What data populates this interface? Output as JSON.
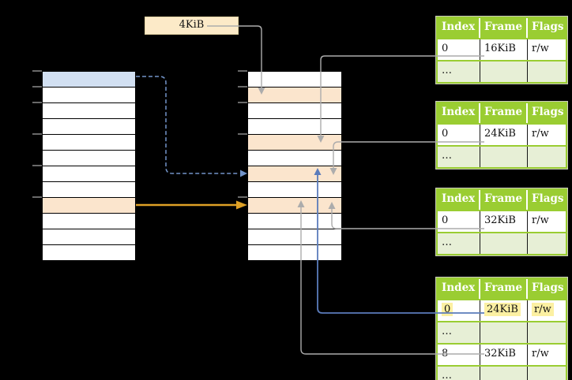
{
  "page_size_label": {
    "text": "4KiB"
  },
  "colors": {
    "header_green": "#9ACD32",
    "row_light_green": "#E7EFD6",
    "cell_orange": "#FBE5CD",
    "cell_blue": "#D2E0F2",
    "highlight_yellow": "#FCF0A2",
    "label_cream": "#FCEAC8",
    "arrow_gray": "#ACACAC",
    "arrow_blue": "#5B7CBB",
    "arrow_dashed_blue": "#7394C9",
    "arrow_orange": "#DFA126"
  },
  "left_column": {
    "description": "virtual-address-space-column",
    "rows": [
      "blue",
      "white",
      "white",
      "white",
      "white",
      "white",
      "white",
      "white",
      "orange",
      "white",
      "white",
      "white"
    ]
  },
  "middle_column": {
    "description": "physical-frames-column",
    "rows": [
      "white",
      "orange",
      "white",
      "white",
      "orange",
      "white",
      "orange",
      "white",
      "orange",
      "white",
      "white",
      "white"
    ]
  },
  "tables": [
    {
      "id": "page-table-1",
      "headers": [
        "Index",
        "Frame",
        "Flags"
      ],
      "rows": [
        {
          "variant": "data",
          "cells": [
            "0",
            "16KiB",
            "r/w"
          ],
          "highlight": false
        },
        {
          "variant": "more",
          "cells": [
            "…",
            "",
            ""
          ],
          "highlight": false
        }
      ]
    },
    {
      "id": "page-table-2",
      "headers": [
        "Index",
        "Frame",
        "Flags"
      ],
      "rows": [
        {
          "variant": "data",
          "cells": [
            "0",
            "24KiB",
            "r/w"
          ],
          "highlight": false
        },
        {
          "variant": "more",
          "cells": [
            "…",
            "",
            ""
          ],
          "highlight": false
        }
      ]
    },
    {
      "id": "page-table-3",
      "headers": [
        "Index",
        "Frame",
        "Flags"
      ],
      "rows": [
        {
          "variant": "data",
          "cells": [
            "0",
            "32KiB",
            "r/w"
          ],
          "highlight": false
        },
        {
          "variant": "more",
          "cells": [
            "…",
            "",
            ""
          ],
          "highlight": false
        }
      ]
    },
    {
      "id": "page-table-4",
      "headers": [
        "Index",
        "Frame",
        "Flags"
      ],
      "rows": [
        {
          "variant": "data",
          "cells": [
            "0",
            "24KiB",
            "r/w"
          ],
          "highlight": true
        },
        {
          "variant": "more",
          "cells": [
            "…",
            "",
            ""
          ],
          "highlight": false
        },
        {
          "variant": "data",
          "cells": [
            "8",
            "32KiB",
            "r/w"
          ],
          "highlight": false
        },
        {
          "variant": "more",
          "cells": [
            "…",
            "",
            ""
          ],
          "highlight": false
        }
      ]
    }
  ]
}
